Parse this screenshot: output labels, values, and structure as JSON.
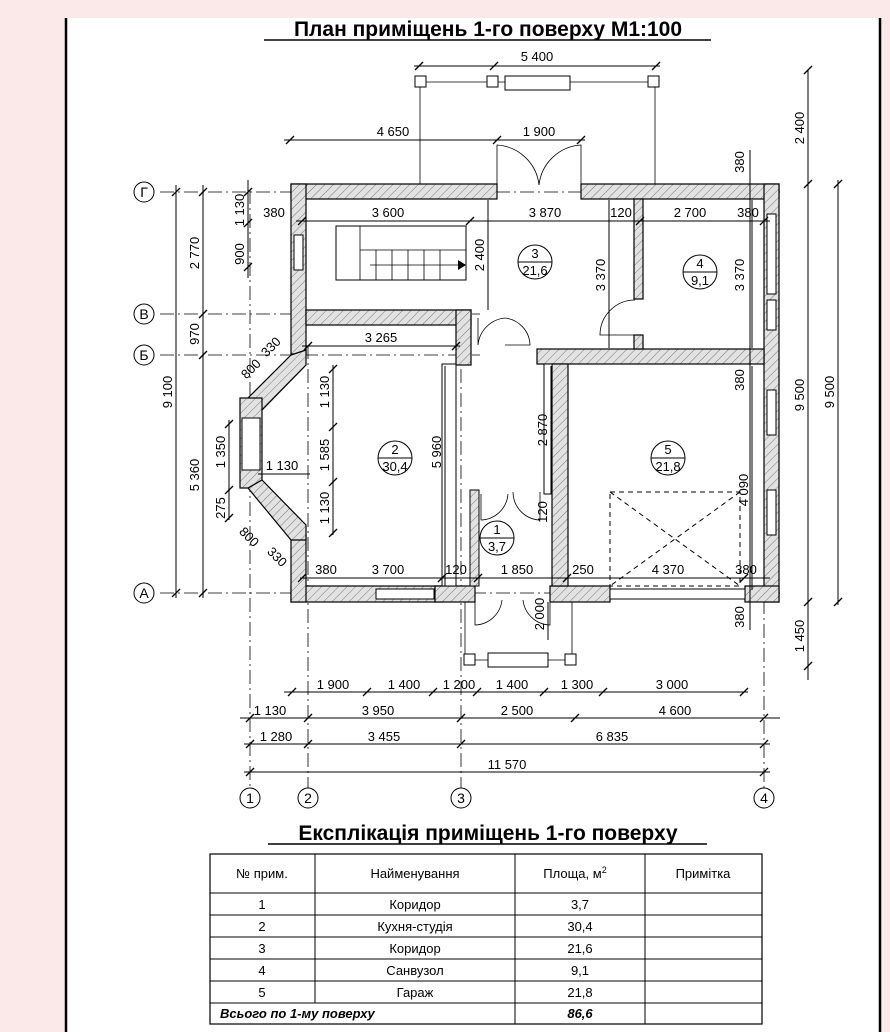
{
  "plan": {
    "title": "План приміщень 1-го поверху М1:100",
    "axes": {
      "g": "Г",
      "v": "В",
      "b": "Б",
      "a": "А",
      "n1": "1",
      "n2": "2",
      "n3": "3",
      "n4": "4"
    },
    "rooms": [
      {
        "num": "1",
        "area": "3,7"
      },
      {
        "num": "2",
        "area": "30,4"
      },
      {
        "num": "3",
        "area": "21,6"
      },
      {
        "num": "4",
        "area": "9,1"
      },
      {
        "num": "5",
        "area": "21,8"
      }
    ],
    "dims": {
      "d5400": "5 400",
      "d4650": "4 650",
      "d1900_top": "1 900",
      "d2400_right": "2 400",
      "d380_a": "380",
      "d1130_a": "1 130",
      "d380_b": "380",
      "d3600": "3 600",
      "d3870": "3 870",
      "d120_a": "120",
      "d2700": "2 700",
      "d380_c": "380",
      "d900": "900",
      "d2770": "2 770",
      "d2400_st": "2 400",
      "d3370_a": "3 370",
      "d3370_b": "3 370",
      "d970": "970",
      "d3265": "3 265",
      "d800_a": "800",
      "d330_a": "330",
      "d9100": "9 100",
      "d1130_b": "1 130",
      "d1350": "1 350",
      "d1130_c": "1 130",
      "d1585": "1 585",
      "d5360": "5 360",
      "d5960": "5 960",
      "d1130_d": "1 130",
      "d275": "275",
      "d800_b": "800",
      "d330_b": "330",
      "d2870": "2 870",
      "d120_b": "120",
      "d4090": "4 090",
      "d380_d": "380",
      "d9500_a": "9 500",
      "d9500_b": "9 500",
      "d380_e": "380",
      "d3700": "3 700",
      "d120_c": "120",
      "d1850": "1 850",
      "d250": "250",
      "d4370": "4 370",
      "d380_f": "380",
      "d2000": "2 000",
      "d380_g": "380",
      "d1450": "1 450",
      "r1_1900": "1 900",
      "r1_1400a": "1 400",
      "r1_1200": "1 200",
      "r1_1400b": "1 400",
      "r1_1300": "1 300",
      "r1_3000": "3 000",
      "r2_1130": "1 130",
      "r2_3950": "3 950",
      "r2_2500": "2 500",
      "r2_4600": "4 600",
      "r3_1280": "1 280",
      "r3_3455": "3 455",
      "r3_6835": "6 835",
      "r4_11570": "11 570"
    }
  },
  "explication": {
    "title": "Експлікація приміщень 1-го поверху",
    "headers": {
      "num": "№ прим.",
      "name": "Найменування",
      "area": "Площа, м",
      "area_sup": "2",
      "note": "Примітка"
    },
    "rows": [
      {
        "num": "1",
        "name": "Коридор",
        "area": "3,7",
        "note": ""
      },
      {
        "num": "2",
        "name": "Кухня-студія",
        "area": "30,4",
        "note": ""
      },
      {
        "num": "3",
        "name": "Коридор",
        "area": "21,6",
        "note": ""
      },
      {
        "num": "4",
        "name": "Санвузол",
        "area": "9,1",
        "note": ""
      },
      {
        "num": "5",
        "name": "Гараж",
        "area": "21,8",
        "note": ""
      }
    ],
    "total": {
      "label": "Всього по 1-му поверху",
      "area": "86,6"
    }
  }
}
